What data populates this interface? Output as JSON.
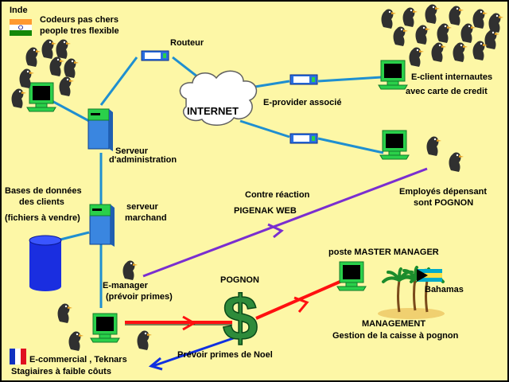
{
  "colors": {
    "background": "#fdf7a6",
    "link_line": "#1f8fd0",
    "computer_case": "#2ad04a",
    "screen": "#000000",
    "red_arrow": "#ff1010",
    "purple_arrow": "#7a2ed0",
    "blue_arrow": "#1030e0",
    "dollar": "#2e8b3a"
  },
  "labels": {
    "inde": "Inde",
    "codeurs_l1": "Codeurs pas chers",
    "codeurs_l2": "people tres flexible",
    "routeur": "Routeur",
    "internet": "INTERNET",
    "eprovider": "E-provider associé",
    "eclient_l1": "E-client internautes",
    "eclient_l2": "avec carte de credit",
    "serveur_admin_l1": "Serveur",
    "serveur_admin_l2": "d'administration",
    "bdd_l1": "Bases de données",
    "bdd_l2": "des clients",
    "bdd_l3": "(fichiers à vendre)",
    "serveur_marchand_l1": "serveur",
    "serveur_marchand_l2": "marchand",
    "contre_reaction": "Contre réaction",
    "pigenak": "PIGENAK WEB",
    "employes_l1": "Employés dépensant",
    "employes_l2": "sont POGNON",
    "poste_master": "poste MASTER MANAGER",
    "bahamas": "Bahamas",
    "emanager_l1": "E-manager",
    "emanager_l2": "(prévoir primes)",
    "pognon": "POGNON",
    "management_l1": "MANAGEMENT",
    "management_l2": "Gestion de la caisse à pognon",
    "prevoir_primes": "Prévoir primes de Noel",
    "ecommercial_l1": "E-commercial , Teknars",
    "ecommercial_l2": "Stagiaires à faible côuts",
    "dollar_sign": "$"
  }
}
